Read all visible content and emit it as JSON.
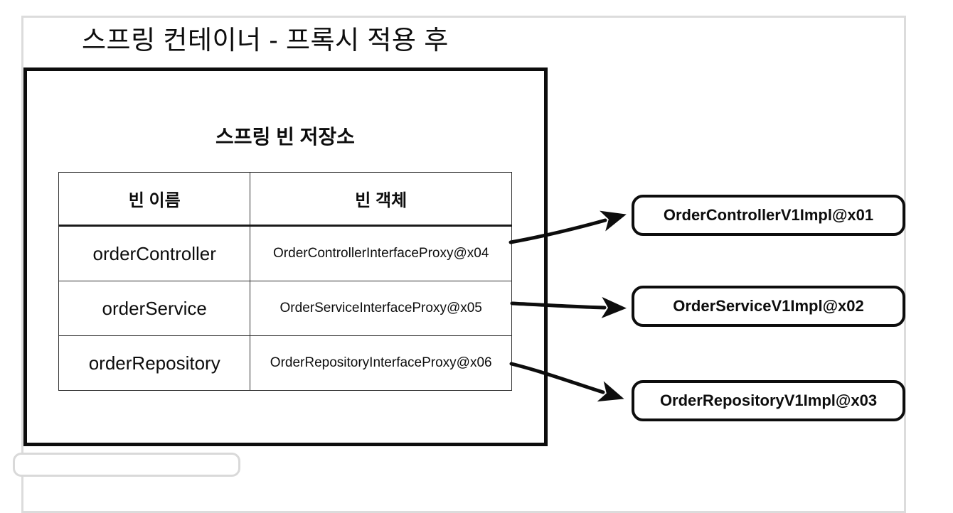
{
  "page": {
    "title": "스프링 컨테이너 - 프록시 적용 후"
  },
  "container": {
    "title": "스프링 빈 저장소"
  },
  "bean_table": {
    "headers": {
      "name": "빈 이름",
      "object": "빈 객체"
    },
    "rows": [
      {
        "name": "orderController",
        "object": "OrderControllerInterfaceProxy@x04"
      },
      {
        "name": "orderService",
        "object": "OrderServiceInterfaceProxy@x05"
      },
      {
        "name": "orderRepository",
        "object": "OrderRepositoryInterfaceProxy@x06"
      }
    ]
  },
  "targets": [
    {
      "label": "OrderControllerV1Impl@x01"
    },
    {
      "label": "OrderServiceV1Impl@x02"
    },
    {
      "label": "OrderRepositoryV1Impl@x03"
    }
  ],
  "colors": {
    "diagram_black": "#0d0d0d",
    "frame_gray": "#dcdcdc",
    "table_line": "#2e2e2e"
  }
}
